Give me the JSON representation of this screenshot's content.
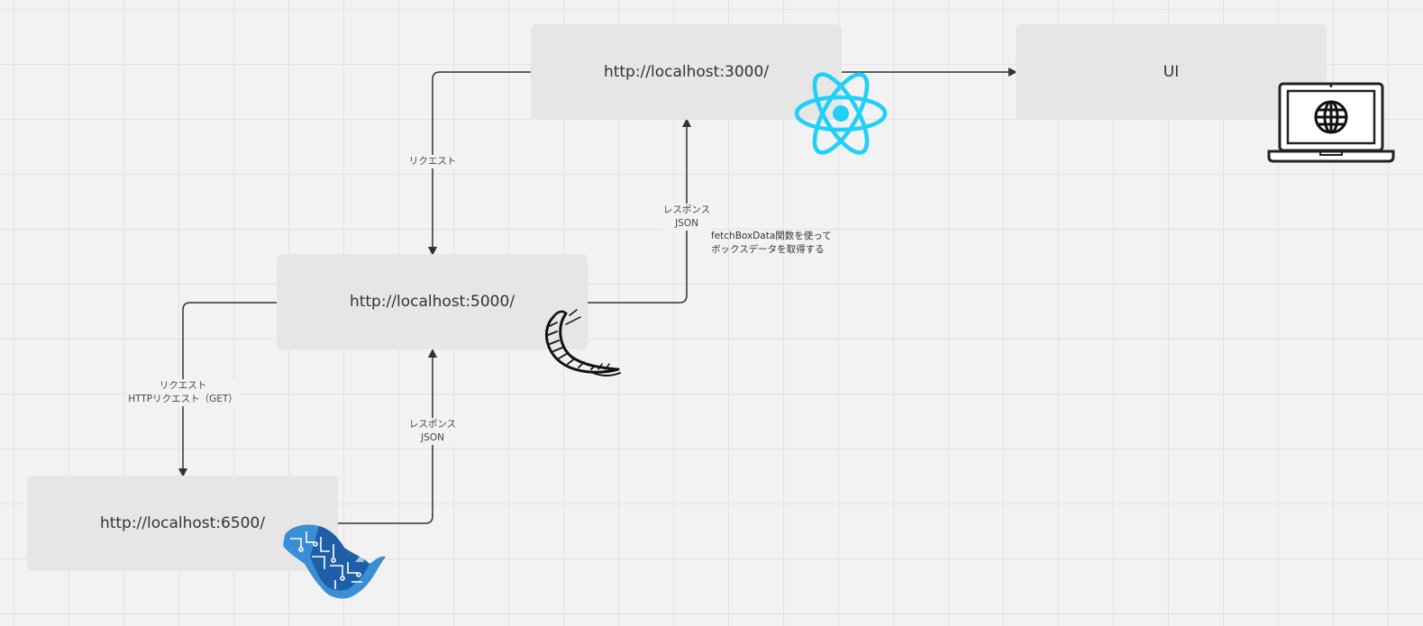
{
  "nodes": {
    "react_server": "http://localhost:3000/",
    "ui": "UI",
    "flask_server": "http://localhost:5000/",
    "rails_server": "http://localhost:6500/"
  },
  "edges": {
    "react_to_flask": {
      "line1": "リクエスト"
    },
    "flask_to_react": {
      "line1": "レスポンス",
      "line2": "JSON"
    },
    "flask_to_rails": {
      "line1": "リクエスト",
      "line2": "HTTPリクエスト（GET）"
    },
    "rails_to_flask": {
      "line1": "レスポンス",
      "line2": "JSON"
    }
  },
  "note": {
    "line1": "fetchBoxData関数を使って",
    "line2": "ボックスデータを取得する"
  },
  "icons": {
    "react": "react-logo-icon",
    "laptop": "laptop-globe-icon",
    "flask": "flask-horn-logo-icon",
    "rails": "rhino-logo-icon"
  },
  "colors": {
    "react": "#1fd0f7",
    "rails_blue": "#3a8ed4",
    "node_fill": "#e6e6e6",
    "edge": "#333333"
  }
}
